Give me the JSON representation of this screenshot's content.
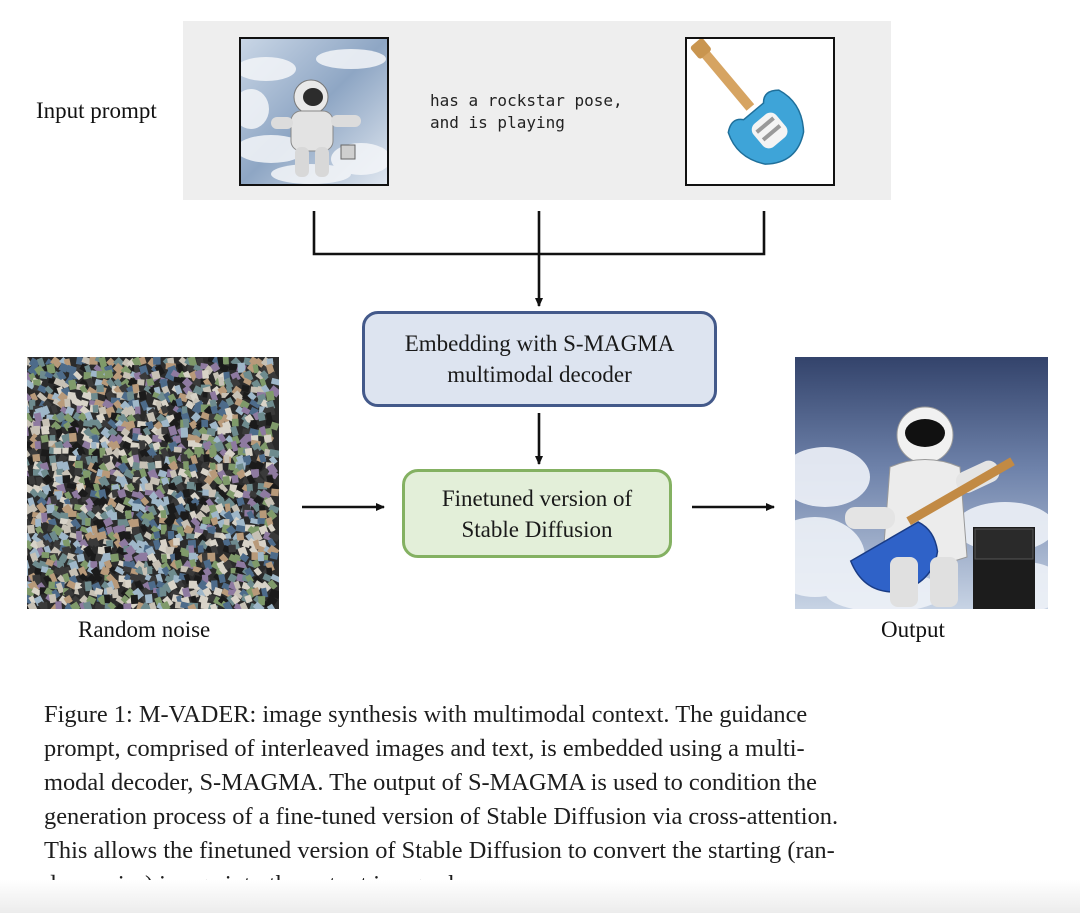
{
  "labels": {
    "input_prompt": "Input prompt",
    "random_noise": "Random noise",
    "output": "Output"
  },
  "prompt": {
    "text_lines": [
      "has a rockstar pose,",
      "and is playing"
    ]
  },
  "boxes": {
    "embedding": [
      "Embedding with S-MAGMA",
      "multimodal decoder"
    ],
    "stable_diffusion": [
      "Finetuned version of",
      "Stable Diffusion"
    ]
  },
  "caption": {
    "lines": [
      "Figure 1: M-VADER: image synthesis with multimodal context. The guidance",
      "prompt, comprised of interleaved images and text, is embedded using a multi-",
      "modal decoder, S-MAGMA. The output of S-MAGMA is used to condition the",
      "generation process of a fine-tuned version of Stable Diffusion via cross-attention.",
      "This allows the finetuned version of Stable Diffusion to convert the starting (ran-",
      "dom noise) image into the output image shown."
    ]
  },
  "colors": {
    "panel_bg": "#eeeeee",
    "embed_fill": "#dde4f0",
    "embed_border": "#43598a",
    "sd_fill": "#e3efd9",
    "sd_border": "#84b162"
  }
}
